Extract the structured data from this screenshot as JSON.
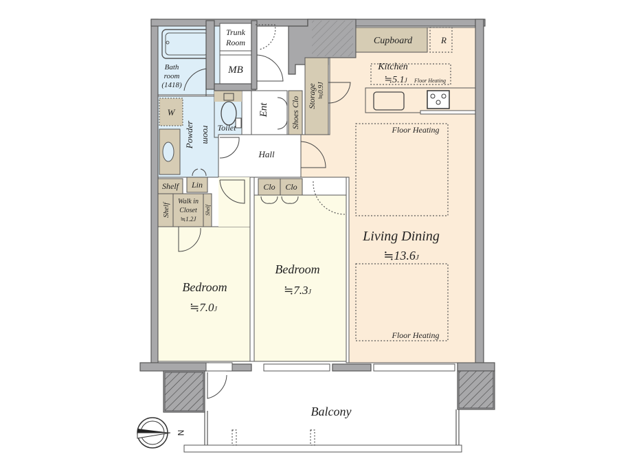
{
  "plan": {
    "colors": {
      "wall": "#a8a8aa",
      "wall_dark": "#8c8c8e",
      "ldk_floor": "#fcecd8",
      "bedroom_floor": "#fdfbe6",
      "wet_area": "#ddeef8",
      "storage": "#d6ccb4",
      "hall": "#ffffff",
      "outline": "#555555"
    },
    "rooms": {
      "trunk_room": {
        "line1": "Trunk",
        "line2": "Room"
      },
      "mb": {
        "label": "MB"
      },
      "bathroom": {
        "line1": "Bath",
        "line2": "room",
        "line3": "(1418)"
      },
      "washer": {
        "label": "W"
      },
      "powder_room": {
        "line1": "Powder",
        "line2": "room"
      },
      "toilet": {
        "label": "Toilet"
      },
      "entrance": {
        "label": "Ent"
      },
      "shoes_closet": {
        "label": "Shoes Clo"
      },
      "storage": {
        "label": "Storage",
        "size": "≒0.9J"
      },
      "cupboard": {
        "label": "Cupboard"
      },
      "refrigerator": {
        "label": "R"
      },
      "kitchen": {
        "label": "Kitchen",
        "size": "≒5.1",
        "unit": "J",
        "heating": "Floor Heating"
      },
      "hall": {
        "label": "Hall"
      },
      "linen": {
        "label": "Lin"
      },
      "shelf_top": {
        "label": "Shelf"
      },
      "shelf_left": {
        "label": "Shelf"
      },
      "shelf_right": {
        "label": "Shelf"
      },
      "walk_in_closet": {
        "line1": "Walk in",
        "line2": "Closet",
        "size": "≒1.2J"
      },
      "closet_1": {
        "label": "Clo"
      },
      "closet_2": {
        "label": "Clo"
      },
      "living_dining": {
        "label": "Living Dining",
        "size": "≒13.6",
        "unit": "J",
        "heating_top": "Floor Heating",
        "heating_bottom": "Floor Heating"
      },
      "bedroom_1": {
        "label": "Bedroom",
        "size": "≒7.0",
        "unit": "J"
      },
      "bedroom_2": {
        "label": "Bedroom",
        "size": "≒7.3",
        "unit": "J"
      },
      "balcony": {
        "label": "Balcony"
      }
    },
    "compass": {
      "direction_label": "N"
    }
  }
}
